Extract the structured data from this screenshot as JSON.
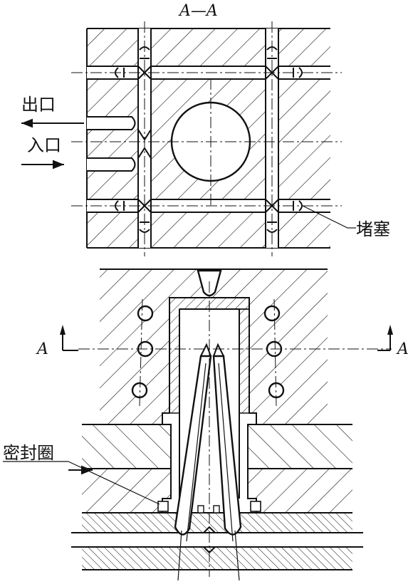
{
  "section_title": "A—A",
  "labels": {
    "outlet": "出口",
    "inlet": "入口",
    "plug": "堵塞",
    "seal_ring": "密封圈",
    "section_mark_left": "A",
    "section_mark_right": "A"
  }
}
